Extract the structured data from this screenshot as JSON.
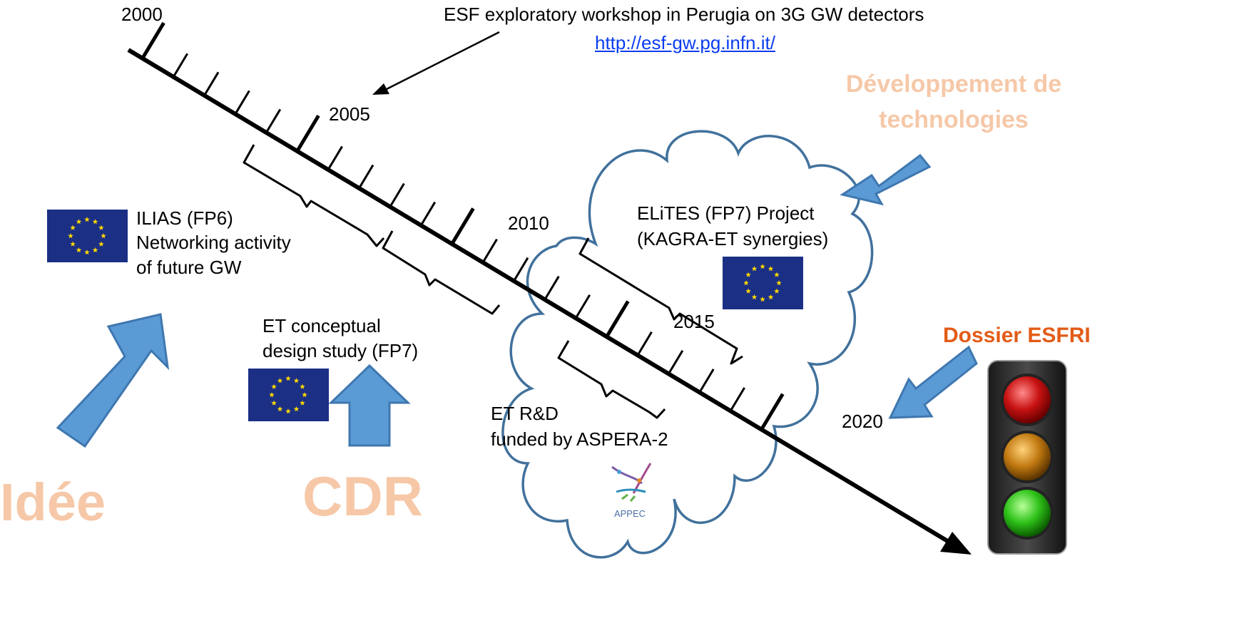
{
  "timeline": {
    "year_labels": [
      "2000",
      "2005",
      "2010",
      "2015",
      "2020"
    ]
  },
  "workshop": {
    "text": "ESF exploratory workshop in Perugia on 3G GW detectors",
    "link": "http://esf-gw.pg.infn.it/"
  },
  "projects": {
    "ilias": [
      "ILIAS (FP6)",
      "Networking activity",
      "of future GW"
    ],
    "et_cds": [
      "ET conceptual",
      "design study (FP7)"
    ],
    "elites": [
      "ELiTES (FP7) Project",
      "(KAGRA-ET synergies)"
    ],
    "et_rd": [
      "ET R&D",
      "funded by ASPERA-2"
    ]
  },
  "phases": {
    "idee": "Idée",
    "cdr": "CDR",
    "tech": [
      "Développement de",
      "technologies"
    ],
    "esfri": "Dossier ESFRI"
  },
  "logos": {
    "appec": "APPEC",
    "eu_flag": "eu-flag-icon",
    "traffic_light": "traffic-light-icon"
  },
  "colors": {
    "phase_text": "#f6c8a8",
    "esfri_text": "#e35b17",
    "arrow_fill": "#5b9bd5",
    "arrow_stroke": "#3f77b0",
    "cloud_stroke": "#41719c",
    "eu_blue": "#1b2f85",
    "eu_star": "#ffd900",
    "link": "#0a3cf0"
  }
}
